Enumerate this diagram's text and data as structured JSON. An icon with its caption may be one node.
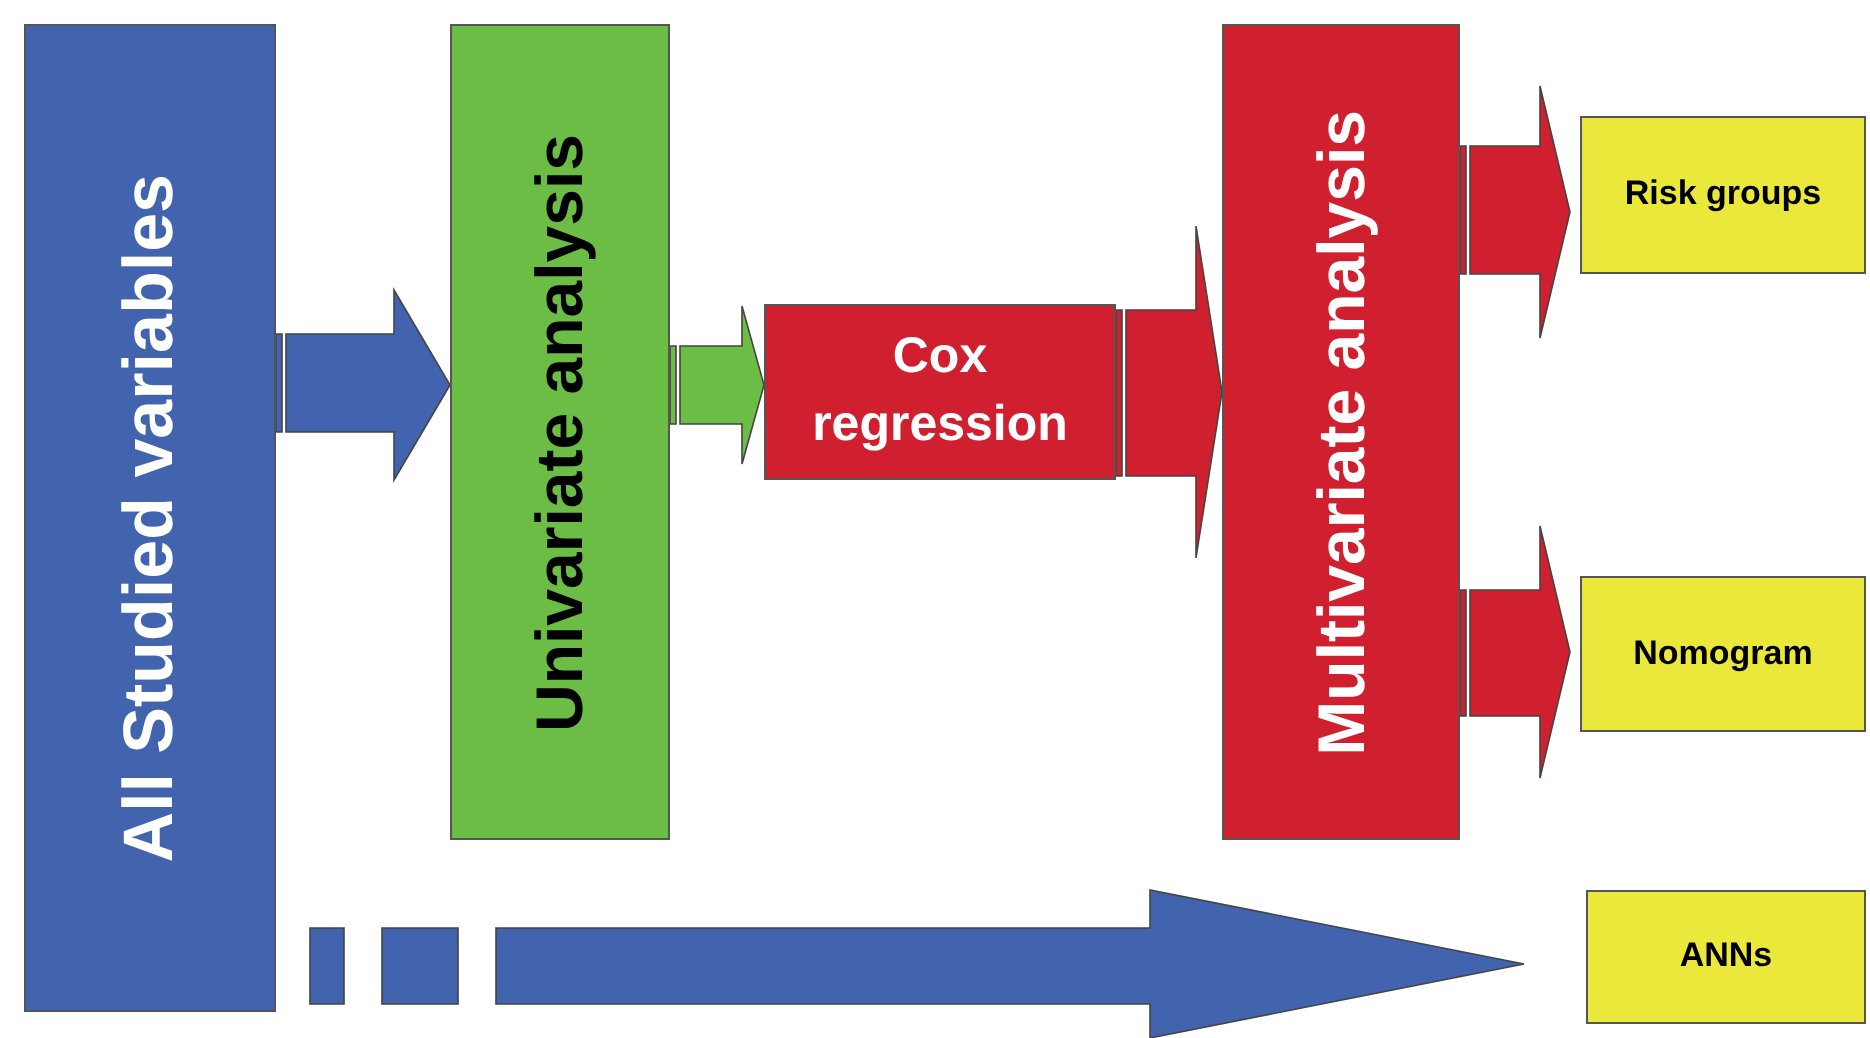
{
  "diagram": {
    "nodes": [
      {
        "text": [
          "All Studied variables"
        ]
      },
      {
        "text": [
          "Univariate analysis"
        ]
      },
      {
        "text": [
          "Cox regression"
        ]
      },
      {
        "text": [
          "Multivariate analysis"
        ]
      },
      {
        "text": [
          "Risk groups"
        ]
      },
      {
        "text": [
          "Nomogram"
        ]
      },
      {
        "text": [
          "ANNs"
        ]
      }
    ],
    "edges": [
      {
        "from": 0,
        "to": 1,
        "arrow": "to",
        "color": "#4263ad"
      },
      {
        "from": 1,
        "to": 2,
        "arrow": "to",
        "color": "#6bbd45"
      },
      {
        "from": 2,
        "to": 3,
        "arrow": "to"
      },
      {
        "from": 3,
        "to": 4,
        "arrow": "to"
      },
      {
        "from": 3,
        "to": 5,
        "arrow": "to"
      },
      {
        "from": 0,
        "to": 6,
        "arrow": "to",
        "style": "dashed",
        "color": "#4263ad"
      }
    ]
  }
}
